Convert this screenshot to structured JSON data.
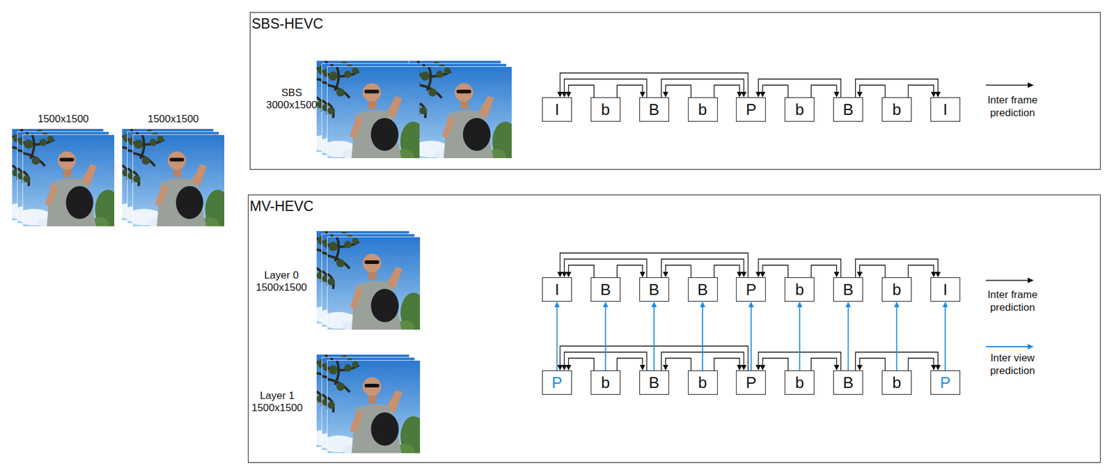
{
  "diagram": {
    "nodes": [
      {
        "text": [
          "SBS-HEVC"
        ]
      },
      {
        "text": [
          "I"
        ],
        "in": 0
      },
      {
        "text": [
          "b"
        ],
        "in": 0
      },
      {
        "text": [
          "B"
        ],
        "in": 0
      },
      {
        "text": [
          "b"
        ],
        "in": 0
      },
      {
        "text": [
          "P"
        ],
        "in": 0
      },
      {
        "text": [
          "b"
        ],
        "in": 0
      },
      {
        "text": [
          "B"
        ],
        "in": 0
      },
      {
        "text": [
          "b"
        ],
        "in": 0
      },
      {
        "text": [
          "I"
        ],
        "in": 0
      },
      {
        "text": [
          "MV-HEVC"
        ]
      },
      {
        "text": [
          "I"
        ],
        "in": 10
      },
      {
        "text": [
          "B"
        ],
        "in": 10
      },
      {
        "text": [
          "B"
        ],
        "in": 10
      },
      {
        "text": [
          "B"
        ],
        "in": 10
      },
      {
        "text": [
          "P"
        ],
        "in": 10
      },
      {
        "text": [
          "b"
        ],
        "in": 10
      },
      {
        "text": [
          "B"
        ],
        "in": 10
      },
      {
        "text": [
          "b"
        ],
        "in": 10
      },
      {
        "text": [
          "I"
        ],
        "in": 10
      },
      {
        "text": [
          "P"
        ],
        "in": 10
      },
      {
        "text": [
          "b"
        ],
        "in": 10
      },
      {
        "text": [
          "B"
        ],
        "in": 10
      },
      {
        "text": [
          "b"
        ],
        "in": 10
      },
      {
        "text": [
          "P"
        ],
        "in": 10
      },
      {
        "text": [
          "b"
        ],
        "in": 10
      },
      {
        "text": [
          "B"
        ],
        "in": 10
      },
      {
        "text": [
          "b"
        ],
        "in": 10
      },
      {
        "text": [
          "P"
        ],
        "in": 10
      }
    ],
    "edges": [
      {
        "from": 2,
        "to": 1,
        "arrow": "to"
      },
      {
        "from": 2,
        "to": 3,
        "arrow": "to"
      },
      {
        "from": 3,
        "to": 1,
        "arrow": "to"
      },
      {
        "from": 3,
        "to": 5,
        "arrow": "to"
      },
      {
        "from": 4,
        "to": 3,
        "arrow": "to"
      },
      {
        "from": 4,
        "to": 5,
        "arrow": "to"
      },
      {
        "from": 5,
        "to": 1,
        "arrow": "to"
      },
      {
        "from": 6,
        "to": 5,
        "arrow": "to"
      },
      {
        "from": 6,
        "to": 7,
        "arrow": "to"
      },
      {
        "from": 7,
        "to": 5,
        "arrow": "to"
      },
      {
        "from": 7,
        "to": 9,
        "arrow": "to"
      },
      {
        "from": 8,
        "to": 7,
        "arrow": "to"
      },
      {
        "from": 8,
        "to": 9,
        "arrow": "to"
      },
      {
        "from": 12,
        "to": 11,
        "arrow": "to"
      },
      {
        "from": 12,
        "to": 13,
        "arrow": "to"
      },
      {
        "from": 13,
        "to": 11,
        "arrow": "to"
      },
      {
        "from": 13,
        "to": 15,
        "arrow": "to"
      },
      {
        "from": 14,
        "to": 13,
        "arrow": "to"
      },
      {
        "from": 14,
        "to": 15,
        "arrow": "to"
      },
      {
        "from": 15,
        "to": 11,
        "arrow": "to"
      },
      {
        "from": 16,
        "to": 15,
        "arrow": "to"
      },
      {
        "from": 16,
        "to": 17,
        "arrow": "to"
      },
      {
        "from": 17,
        "to": 15,
        "arrow": "to"
      },
      {
        "from": 17,
        "to": 19,
        "arrow": "to"
      },
      {
        "from": 18,
        "to": 17,
        "arrow": "to"
      },
      {
        "from": 18,
        "to": 19,
        "arrow": "to"
      },
      {
        "from": 21,
        "to": 20,
        "arrow": "to"
      },
      {
        "from": 21,
        "to": 22,
        "arrow": "to"
      },
      {
        "from": 22,
        "to": 20,
        "arrow": "to"
      },
      {
        "from": 22,
        "to": 24,
        "arrow": "to"
      },
      {
        "from": 23,
        "to": 22,
        "arrow": "to"
      },
      {
        "from": 23,
        "to": 24,
        "arrow": "to"
      },
      {
        "from": 24,
        "to": 20,
        "arrow": "to"
      },
      {
        "from": 25,
        "to": 24,
        "arrow": "to"
      },
      {
        "from": 25,
        "to": 26,
        "arrow": "to"
      },
      {
        "from": 26,
        "to": 24,
        "arrow": "to"
      },
      {
        "from": 26,
        "to": 28,
        "arrow": "to"
      },
      {
        "from": 27,
        "to": 26,
        "arrow": "to"
      },
      {
        "from": 27,
        "to": 28,
        "arrow": "to"
      },
      {
        "from": 20,
        "to": 11,
        "arrow": "to"
      },
      {
        "from": 21,
        "to": 12,
        "arrow": "to"
      },
      {
        "from": 22,
        "to": 13,
        "arrow": "to"
      },
      {
        "from": 23,
        "to": 14,
        "arrow": "to"
      },
      {
        "from": 24,
        "to": 15,
        "arrow": "to"
      },
      {
        "from": 25,
        "to": 16,
        "arrow": "to"
      },
      {
        "from": 26,
        "to": 17,
        "arrow": "to"
      },
      {
        "from": 27,
        "to": 18,
        "arrow": "to"
      },
      {
        "from": 28,
        "to": 19,
        "arrow": "to"
      }
    ],
    "labels": [
      "1500x1500",
      "1500x1500",
      "SBS 3000x1500",
      "Layer 0 1500x1500",
      "Layer 1 1500x1500"
    ],
    "legend": [
      {
        "text": "Inter frame prediction"
      },
      {
        "text": "Inter frame prediction"
      },
      {
        "text": "Inter view prediction"
      }
    ]
  }
}
